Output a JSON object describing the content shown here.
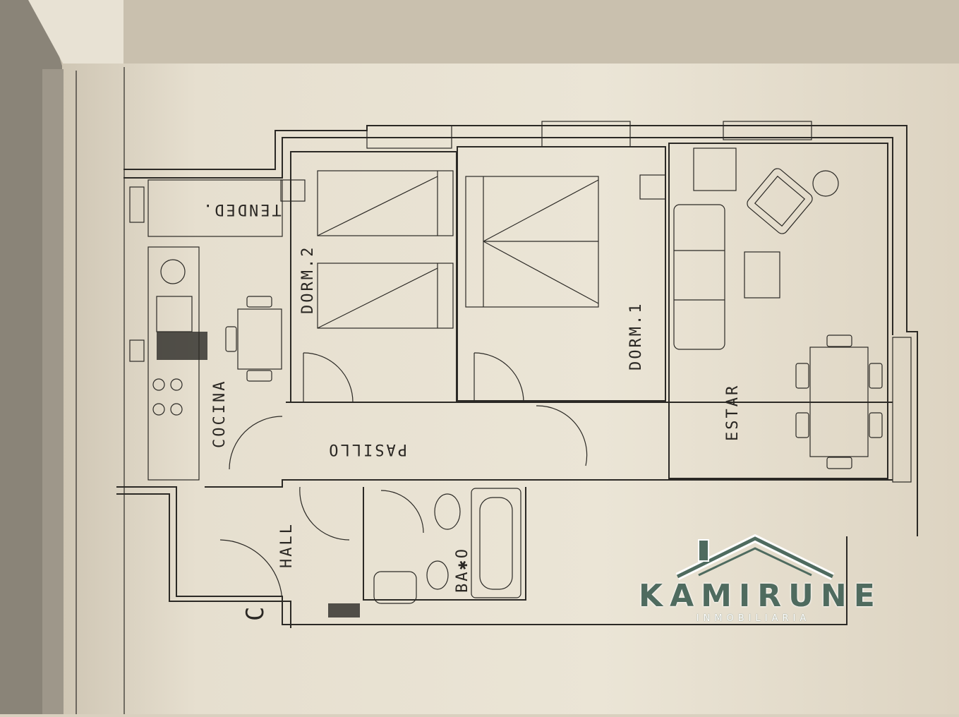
{
  "plan": {
    "rooms": {
      "tended": "TENDED.",
      "dorm2": "DORM.2",
      "dorm1": "DORM.1",
      "cocina": "COCINA",
      "pasillo": "PASILLO",
      "estar": "ESTAR",
      "hall": "HALL",
      "bano": "BA✱O"
    },
    "corner_mark": "C"
  },
  "brand": {
    "name": "KAMIRUNE",
    "subtitle": "INMOBILIARIA",
    "color": "#4f6b5f",
    "icon": "house-roof-icon"
  },
  "colors": {
    "paper": "#e9e3d3",
    "ink": "#2b2925"
  }
}
